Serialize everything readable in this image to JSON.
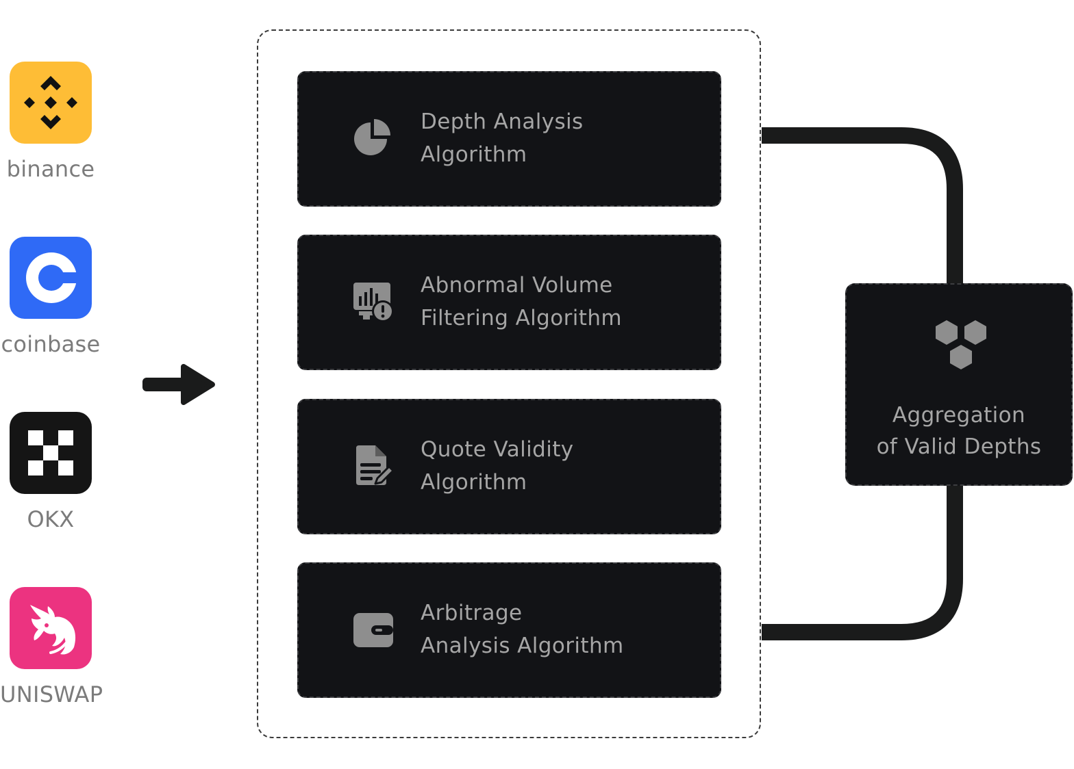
{
  "exchanges": [
    {
      "name": "binance",
      "color": "#FEBD36"
    },
    {
      "name": "coinbase",
      "color": "#2F6AF6"
    },
    {
      "name": "OKX",
      "color": "#151515"
    },
    {
      "name": "UNISWAP",
      "color": "#EC3380"
    }
  ],
  "algorithms": [
    {
      "label": "Depth Analysis\nAlgorithm",
      "icon": "pie-chart-icon"
    },
    {
      "label": "Abnormal Volume\nFiltering Algorithm",
      "icon": "monitor-alert-icon"
    },
    {
      "label": "Quote Validity\nAlgorithm",
      "icon": "document-edit-icon"
    },
    {
      "label": "Arbitrage\nAnalysis Algorithm",
      "icon": "wallet-icon"
    }
  ],
  "aggregation": {
    "label": "Aggregation\nof Valid Depths",
    "icon": "hexagon-cluster-icon"
  },
  "colors": {
    "card": "#121316",
    "text": "#A6A6A6",
    "icon": "#8E8E8E",
    "line": "#1A1B1B"
  }
}
